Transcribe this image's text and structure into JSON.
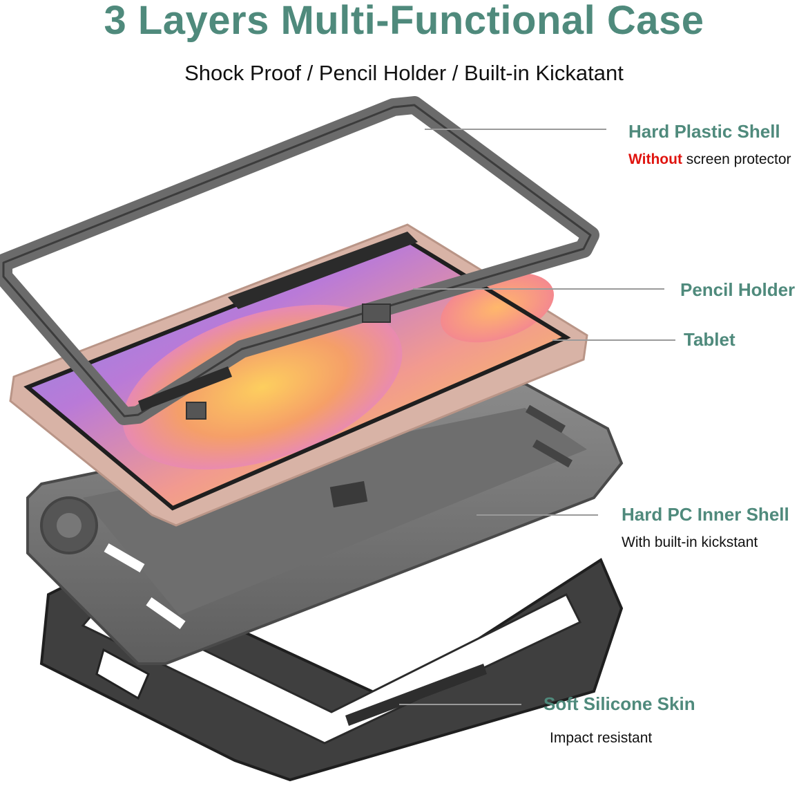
{
  "header": {
    "title": "3 Layers Multi-Functional Case",
    "subtitle": "Shock Proof / Pencil Holder / Built-in Kickatant"
  },
  "callouts": {
    "hard_plastic_shell": {
      "label": "Hard Plastic Shell",
      "desc_highlight": "Without",
      "desc_rest": " screen protector"
    },
    "pencil_holder": {
      "label": "Pencil Holder"
    },
    "tablet": {
      "label": "Tablet"
    },
    "hard_pc_inner_shell": {
      "label": "Hard PC Inner Shell",
      "desc": "With built-in kickstant"
    },
    "soft_silicone_skin": {
      "label": "Soft Silicone Skin",
      "desc": "Impact resistant"
    }
  },
  "colors": {
    "accent_teal": "#4f8a7c",
    "highlight_red": "#e0140f",
    "leader_line": "#9a9a9a",
    "case_gray": "#6b6b6b",
    "skin_black": "#3a3a3a",
    "tablet_rose": "#d8b3a6"
  }
}
